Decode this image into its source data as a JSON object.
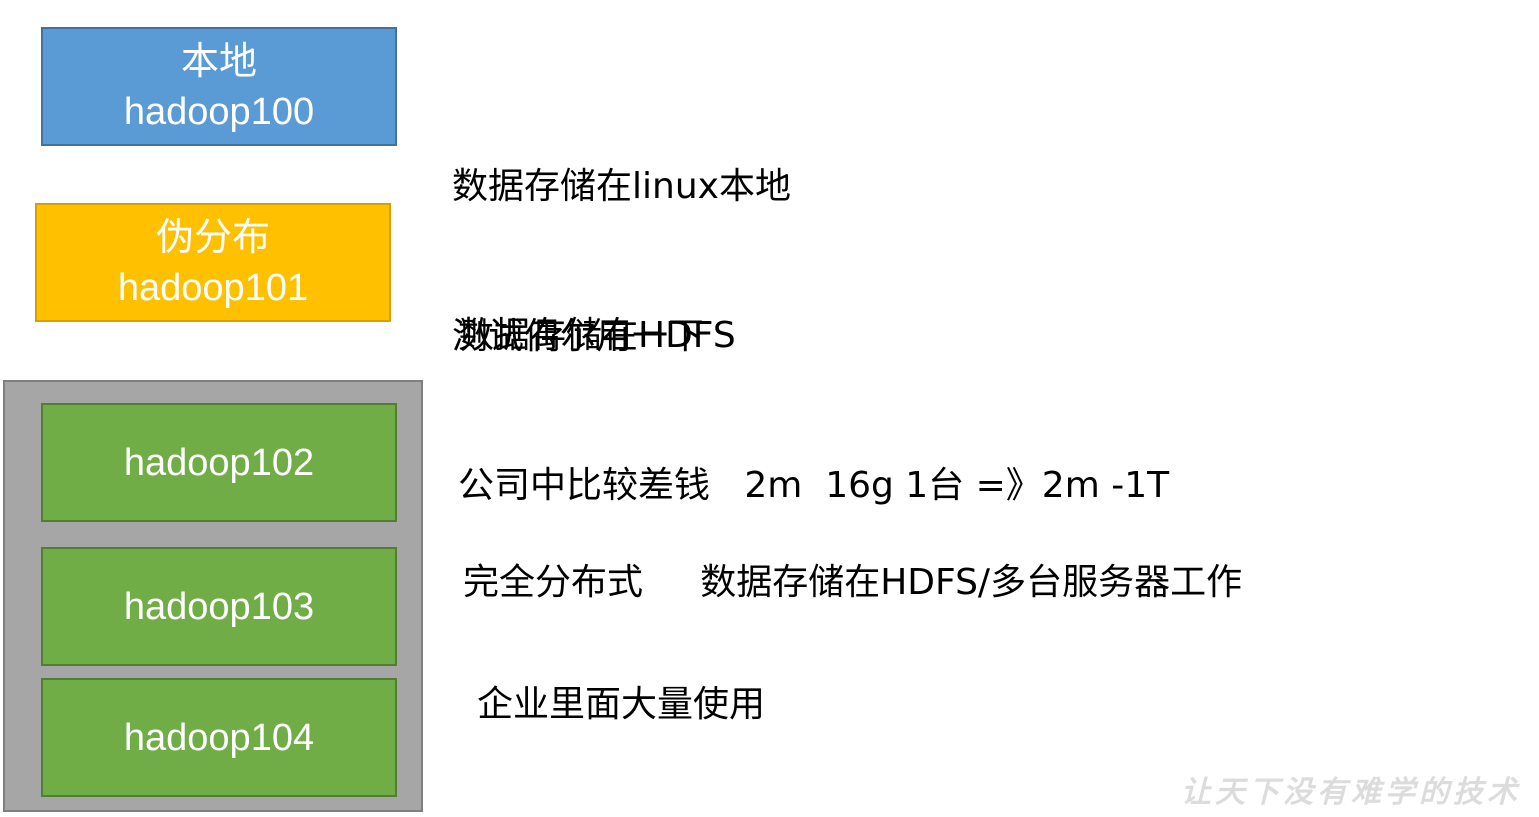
{
  "modes": {
    "local": {
      "title": "本地",
      "host": "hadoop100",
      "desc_line1": "数据存储在linux本地",
      "desc_line2": "测试偶尔用一下",
      "color": "#5b9bd5"
    },
    "pseudo": {
      "title": "伪分布",
      "host": "hadoop101",
      "desc_line1": "数据存储在HDFS",
      "desc_line2": "公司中比较差钱   2m  16g 1台 =》2m -1T",
      "color": "#ffc000"
    },
    "full": {
      "nodes": [
        "hadoop102",
        "hadoop103",
        "hadoop104"
      ],
      "desc_line1": "完全分布式     数据存储在HDFS/多台服务器工作",
      "desc_line2": "企业里面大量使用",
      "node_color": "#70ad47",
      "cluster_color": "#a6a6a6"
    }
  },
  "watermark": "让天下没有难学的技术"
}
